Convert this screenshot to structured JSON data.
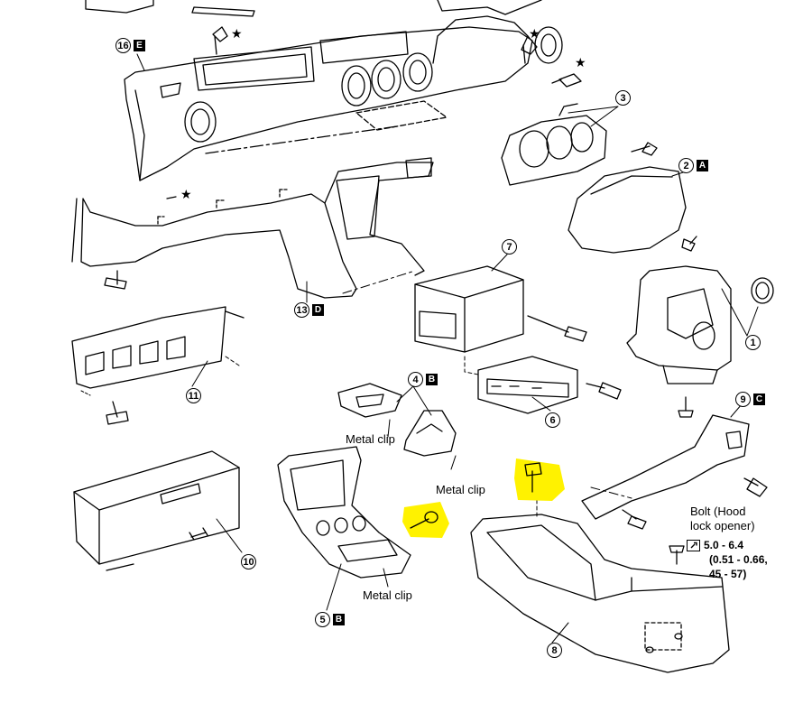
{
  "callouts": [
    {
      "id": "c16",
      "number": "16",
      "tag": "E"
    },
    {
      "id": "c3",
      "number": "3",
      "tag": ""
    },
    {
      "id": "c2",
      "number": "2",
      "tag": "A"
    },
    {
      "id": "c7",
      "number": "7",
      "tag": ""
    },
    {
      "id": "c13",
      "number": "13",
      "tag": "D"
    },
    {
      "id": "c1",
      "number": "1",
      "tag": ""
    },
    {
      "id": "c11",
      "number": "11",
      "tag": ""
    },
    {
      "id": "c4",
      "number": "4",
      "tag": "B"
    },
    {
      "id": "c9",
      "number": "9",
      "tag": "C"
    },
    {
      "id": "c6",
      "number": "6",
      "tag": ""
    },
    {
      "id": "c10",
      "number": "10",
      "tag": ""
    },
    {
      "id": "c5",
      "number": "5",
      "tag": "B"
    },
    {
      "id": "c8",
      "number": "8",
      "tag": ""
    }
  ],
  "labels": {
    "metal_clip_1": "Metal clip",
    "metal_clip_2": "Metal clip",
    "metal_clip_3": "Metal clip",
    "bolt_line1": "Bolt (Hood",
    "bolt_line2": "lock opener)"
  },
  "torque": {
    "line1": "5.0 - 6.4",
    "line2": "(0.51 - 0.66,",
    "line3": "45 - 57)"
  },
  "symbols": {
    "star": "★",
    "torque_icon": "torque-wrench-icon"
  },
  "colors": {
    "highlight": "#fff200",
    "line": "#000000",
    "background": "#ffffff"
  }
}
